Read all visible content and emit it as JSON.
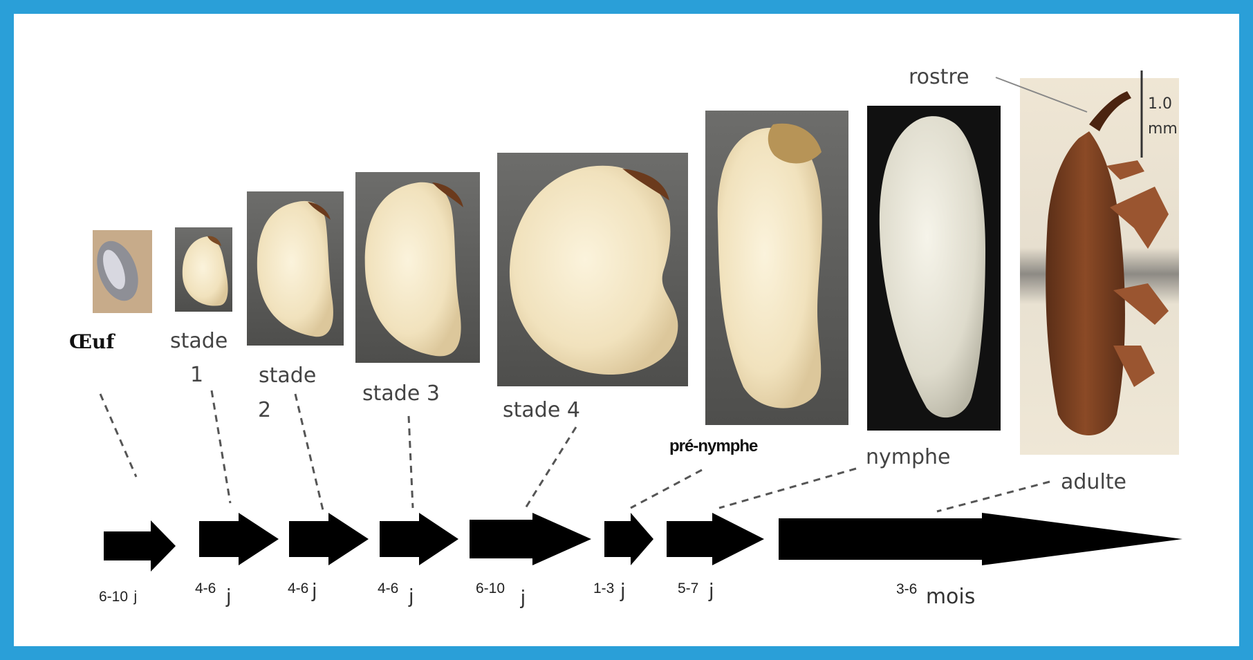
{
  "figure": {
    "border_color": "#2a9fd8",
    "arrow_color": "#000000",
    "stages": [
      {
        "id": "oeuf",
        "label": "Œuf",
        "duration": "6-10",
        "unit": "j"
      },
      {
        "id": "stade1",
        "label": "stade",
        "label_line2": "1",
        "duration": "4-6",
        "unit": "j"
      },
      {
        "id": "stade2",
        "label": "stade",
        "label_line2": "2",
        "duration": "4-6",
        "unit": "j"
      },
      {
        "id": "stade3",
        "label": "stade 3",
        "duration": "4-6",
        "unit": "j"
      },
      {
        "id": "stade4",
        "label": "stade 4",
        "duration": "6-10",
        "unit": "j"
      },
      {
        "id": "premymphe",
        "label": "pré-nymphe",
        "duration": "1-3",
        "unit": "j"
      },
      {
        "id": "nymphe",
        "label": "nymphe",
        "duration": "5-7",
        "unit": "j"
      },
      {
        "id": "adulte",
        "label": "adulte",
        "duration": "3-6",
        "unit": "mois"
      }
    ],
    "annotations": {
      "rostre": "rostre",
      "scale_value": "1.0",
      "scale_unit": "mm"
    }
  }
}
